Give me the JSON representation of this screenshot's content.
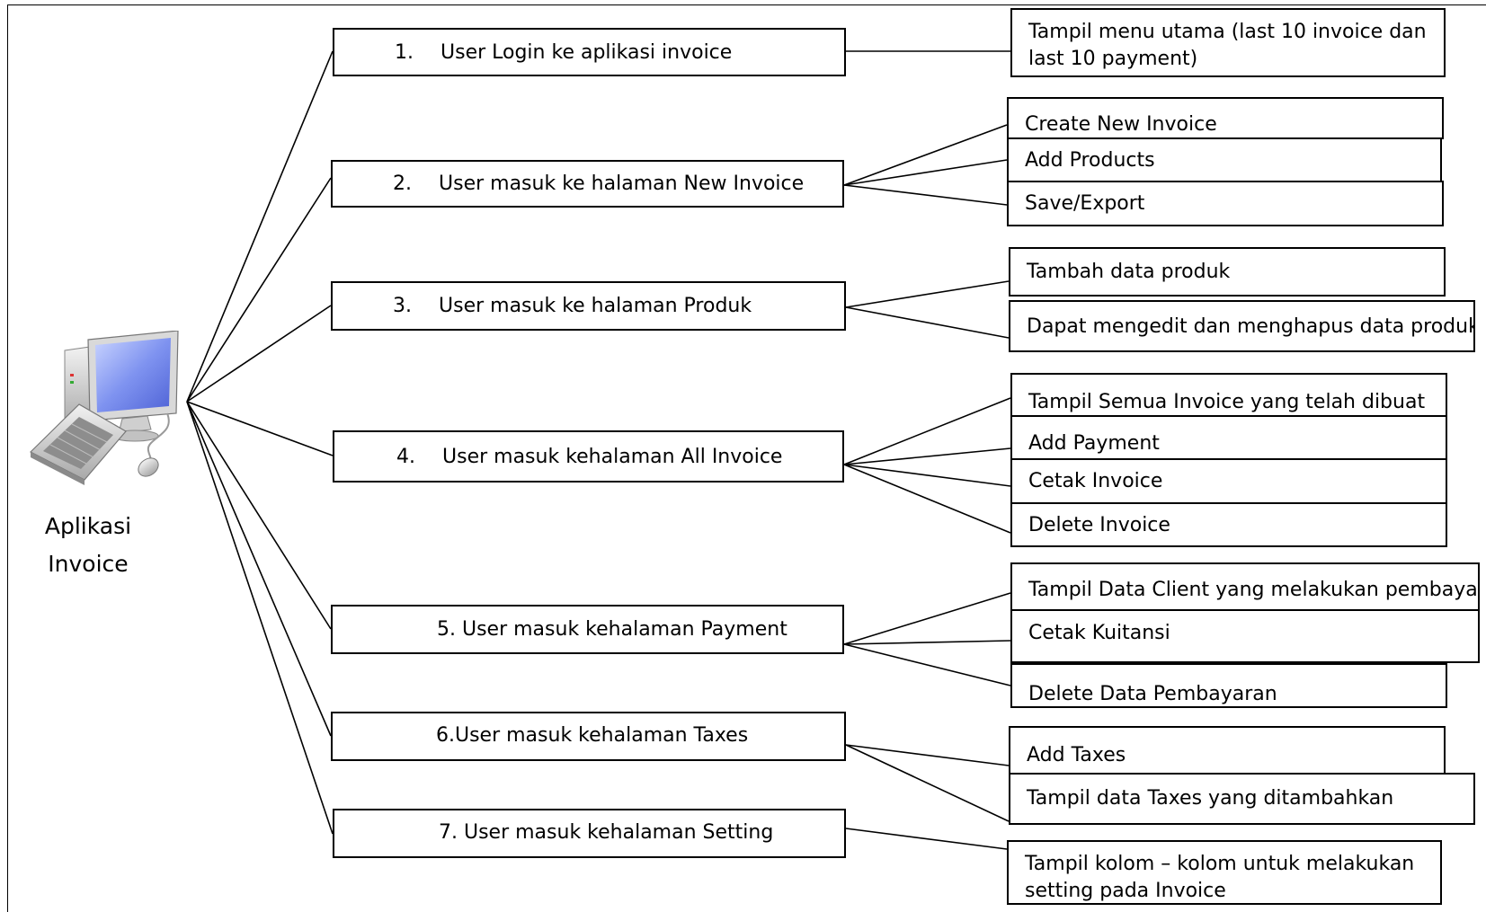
{
  "root": {
    "label": "Aplikasi\nInvoice",
    "icon": "desktop-computer-icon"
  },
  "steps": [
    {
      "num": "1.",
      "text": "User Login ke aplikasi invoice",
      "children": [
        "Tampil menu utama (last 10 invoice dan last 10 payment)"
      ]
    },
    {
      "num": "2.",
      "text": "User masuk ke halaman New Invoice",
      "children": [
        "Create New Invoice",
        "Add Products",
        "Save/Export"
      ]
    },
    {
      "num": "3.",
      "text": "User masuk ke halaman Produk",
      "children": [
        "Tambah data produk",
        "Dapat mengedit dan menghapus data produk"
      ]
    },
    {
      "num": "4.",
      "text": "User masuk kehalaman All Invoice",
      "children": [
        "Tampil Semua Invoice yang telah dibuat",
        "Add Payment",
        "Cetak Invoice",
        "Delete Invoice"
      ]
    },
    {
      "num": "",
      "text": "5. User masuk kehalaman Payment",
      "children": [
        "Tampil Data Client yang melakukan pembayaran",
        "Cetak Kuitansi",
        "Delete Data Pembayaran"
      ]
    },
    {
      "num": "",
      "text": "6.User masuk kehalaman Taxes",
      "children": [
        "Add Taxes",
        "Tampil data Taxes yang ditambahkan"
      ]
    },
    {
      "num": "",
      "text": "7. User masuk kehalaman Setting",
      "children": [
        "Tampil kolom – kolom untuk  melakukan setting pada Invoice"
      ]
    }
  ]
}
